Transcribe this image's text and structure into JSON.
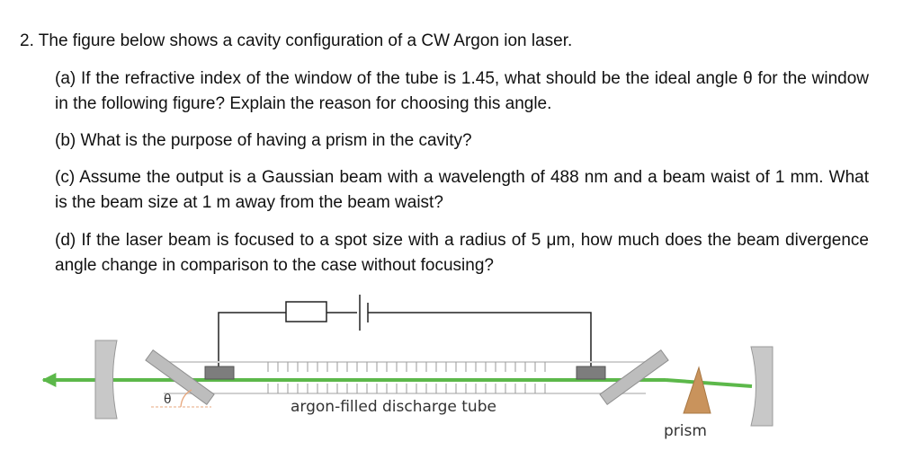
{
  "question": {
    "title": "2. The figure below shows a cavity configuration of a CW Argon ion laser.",
    "parts": [
      {
        "text": "(a) If the refractive index of the window of the tube is 1.45, what should be the ideal angle θ for the window in the following figure? Explain the reason for choosing this angle."
      },
      {
        "text": "(b) What is the purpose of having a prism in the cavity?"
      },
      {
        "text": "(c) Assume the output is a Gaussian beam with a wavelength of 488 nm and a beam waist of 1 mm. What is the beam size at 1 m away from the beam waist?"
      },
      {
        "text": "(d) If the laser beam is focused to a spot size with a radius of 5 μm, how much does the beam divergence angle change in comparison to the case without focusing?"
      }
    ]
  },
  "figure": {
    "tube_label": "argon-filled discharge tube",
    "prism_label": "prism",
    "angle_label": "θ",
    "colors": {
      "beam": "#5cb84a",
      "mirror": "#c8c8c8",
      "window": "#bdbdbd",
      "electrode": "#7d7d7d",
      "prism": "#c9935c",
      "wire": "#222222",
      "angle_arc": "#e7a77d"
    }
  }
}
